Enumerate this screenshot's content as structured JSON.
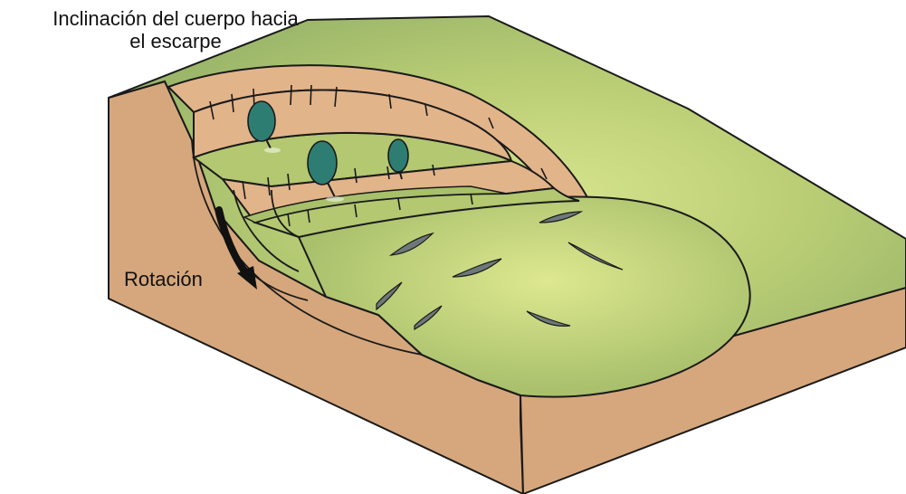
{
  "labels": {
    "title_line1": "Inclinación del cuerpo hacia",
    "title_line2": "el escarpe",
    "rotation": "Rotación"
  },
  "colors": {
    "soil": "#d8a97f",
    "soil_dark": "#c99468",
    "grass": "#a8c06a",
    "grass_light": "#cfe08a",
    "tree": "#2e7d73",
    "outline": "#1a1a1a",
    "crack": "#6e7878"
  },
  "icons": {
    "tree": "tree-icon",
    "arrow": "rotation-arrow-icon"
  }
}
